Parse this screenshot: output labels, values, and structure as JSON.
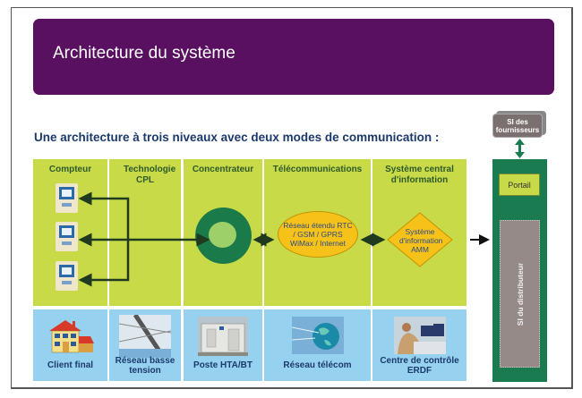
{
  "banner": {
    "title": "Architecture du système",
    "color": "#5a1060"
  },
  "subtitle": "Une architecture à trois niveaux avec deux modes de communication :",
  "columns": [
    {
      "header": "Compteur",
      "caption": "Client final"
    },
    {
      "header": "Technologie CPL",
      "caption": "Réseau basse tension"
    },
    {
      "header": "Concentrateur",
      "caption": "Poste HTA/BT"
    },
    {
      "header": "Télécommunications",
      "caption": "Réseau télécom"
    },
    {
      "header": "Système central d'information",
      "caption": "Centre de contrôle ERDF"
    }
  ],
  "nodes": {
    "wan": "Réseau étendu RTC / GSM / GPRS WiMax / Internet",
    "amm": "Système d'information AMM",
    "fournisseurs": "SI des fournisseurs",
    "portail": "Portail",
    "distributeur": "SI du distributeur"
  },
  "colors": {
    "column_green": "#c8da48",
    "photo_blue": "#96d2ef",
    "dark_green": "#1a7a50",
    "yellow": "#f6c21a"
  }
}
